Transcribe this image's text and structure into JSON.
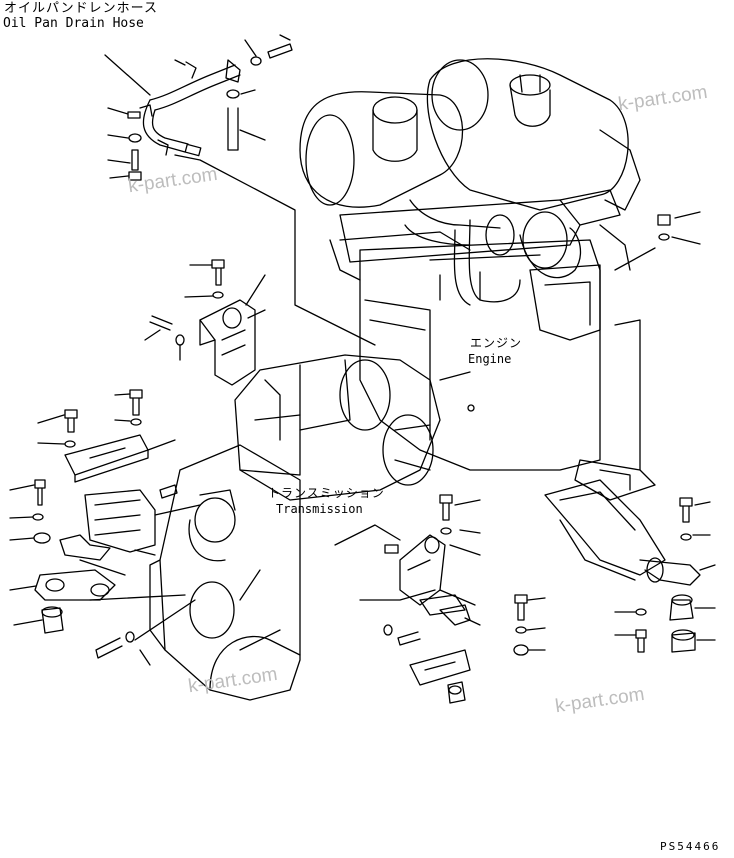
{
  "labels": {
    "oil_pan_jp": "オイルパンドレンホース",
    "oil_pan_en": "Oil Pan Drain Hose",
    "engine_jp": "エンジン",
    "engine_en": "Engine",
    "transmission_jp": "トランスミッション",
    "transmission_en": "Transmission",
    "figure_code": "PS54466"
  },
  "watermarks": [
    "k-part.com",
    "k-part.com",
    "k-part.com",
    "k-part.com"
  ],
  "colors": {
    "line": "#000000",
    "watermark": "#bdbdbd",
    "background": "#ffffff"
  }
}
